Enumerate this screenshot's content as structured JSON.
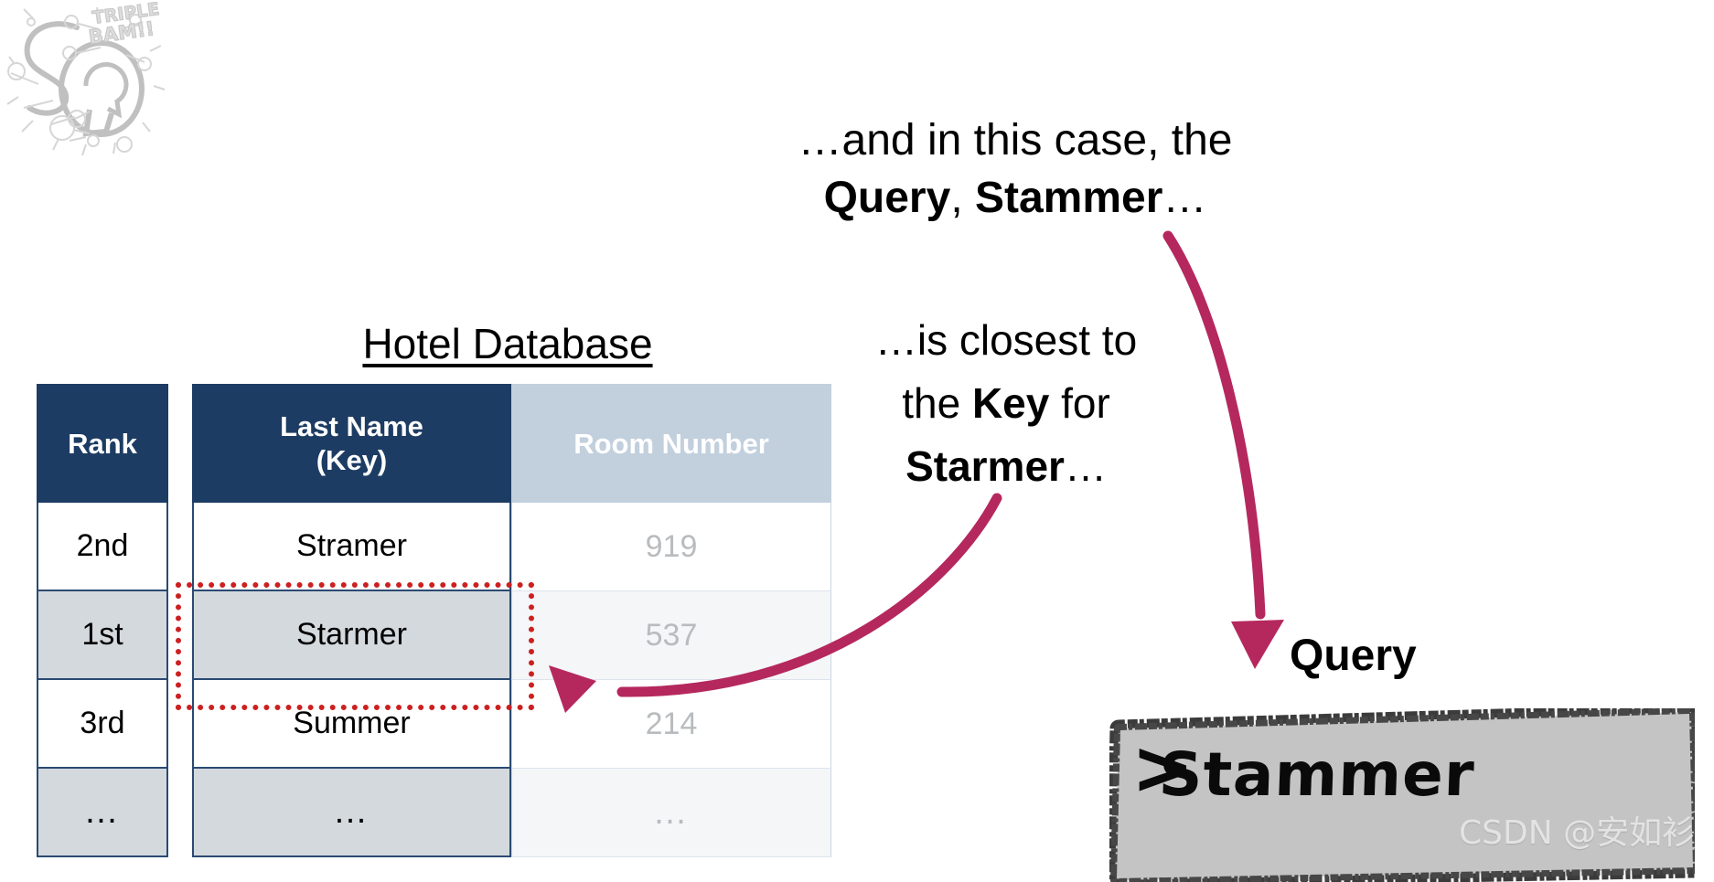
{
  "logo": {
    "name": "statquest-logo",
    "letters": [
      "S",
      "Q"
    ],
    "badge_line1": "TRIPLE",
    "badge_line2": "BAM!!"
  },
  "table": {
    "title": "Hotel Database",
    "columns": [
      {
        "key": "rank",
        "label": "Rank"
      },
      {
        "key": "name",
        "label": "Last Name\n(Key)",
        "label_line1": "Last Name",
        "label_line2": "(Key)"
      },
      {
        "key": "room",
        "label": "Room Number"
      }
    ],
    "rows": [
      {
        "rank": "2nd",
        "name": "Stramer",
        "room": "919",
        "shaded": false,
        "highlighted": false
      },
      {
        "rank": "1st",
        "name": "Starmer",
        "room": "537",
        "shaded": true,
        "highlighted": true
      },
      {
        "rank": "3rd",
        "name": "Summer",
        "room": "214",
        "shaded": false,
        "highlighted": false
      },
      {
        "rank": "…",
        "name": "…",
        "room": "…",
        "shaded": true,
        "highlighted": false
      }
    ],
    "highlight_color": "#cc2020",
    "header_navy": "#1d3c63",
    "header_blue": "#c2cfdd"
  },
  "annotations": {
    "top": {
      "line1": "…and in this case, the",
      "line2_bold_a": "Query",
      "line2_comma": ", ",
      "line2_bold_b": "Stammer",
      "line2_tail": "…"
    },
    "middle": {
      "line1": "…is closest to",
      "line2_pre": "the ",
      "line2_bold": "Key",
      "line2_post": " for",
      "line3_bold": "Starmer",
      "line3_tail": "…"
    },
    "query_label": "Query",
    "arrow_color": "#b5285e"
  },
  "prompt": {
    "caret": ">",
    "text": "Stammer",
    "background": "#c4c4c4",
    "border": "#3a3a3a"
  },
  "watermark": {
    "text": "CSDN @安如衫"
  }
}
